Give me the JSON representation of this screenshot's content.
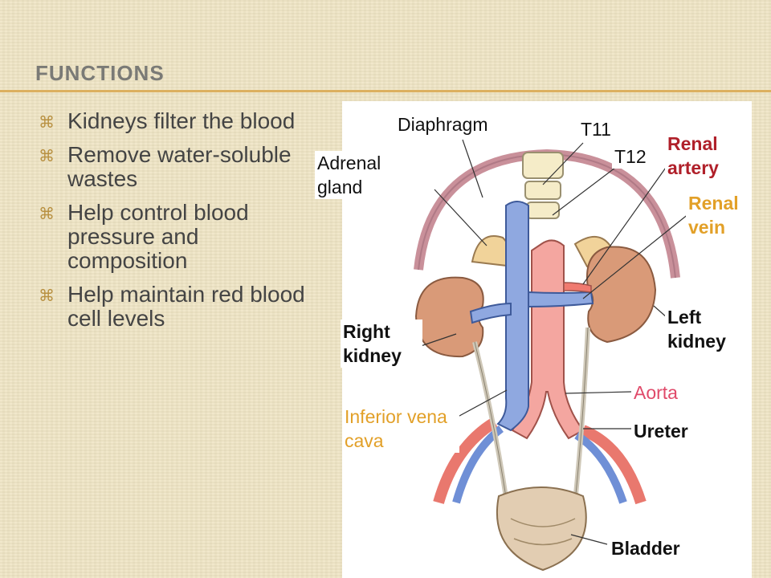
{
  "slide": {
    "title": "FUNCTIONS",
    "bullets": [
      "Kidneys filter the blood",
      "Remove water-soluble wastes",
      "Help control blood pressure and composition",
      "Help maintain red blood cell levels"
    ]
  },
  "diagram": {
    "labels": {
      "diaphragm": "Diaphragm",
      "t11": "T11",
      "t12": "T12",
      "adrenal_gland": "Adrenal gland",
      "renal_artery": "Renal artery",
      "renal_vein": "Renal vein",
      "right_kidney": "Right kidney",
      "left_kidney": "Left kidney",
      "aorta": "Aorta",
      "ureter": "Ureter",
      "inferior_vena_cava": "Inferior vena cava",
      "bladder": "Bladder"
    }
  }
}
